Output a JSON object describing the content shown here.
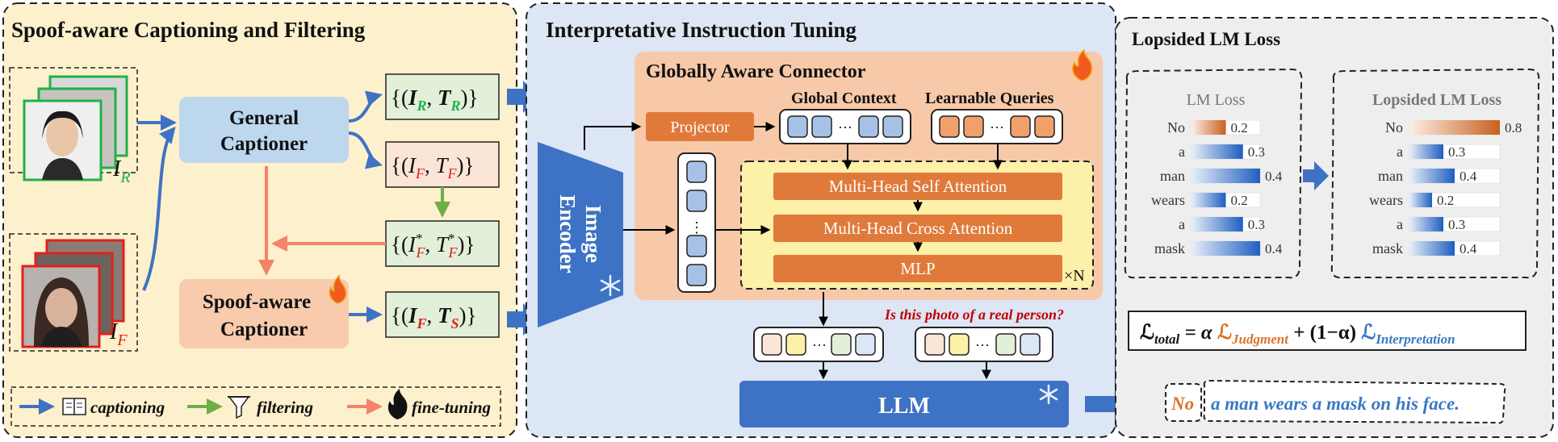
{
  "panel_left": {
    "title": "Spoof-aware Captioning and Filtering",
    "real_label": "I",
    "real_sub": "R",
    "fake_label": "I",
    "fake_sub": "F",
    "general_captioner": [
      "General",
      "Captioner"
    ],
    "spoof_captioner": [
      "Spoof-aware",
      "Captioner"
    ],
    "pairs": {
      "real": {
        "open": "{(",
        "i": "I",
        "i_sub": "R",
        "sep": ", ",
        "t": "T",
        "t_sub": "R",
        "close": ")}"
      },
      "fake": {
        "open": "{(",
        "i": "I",
        "i_sub": "F",
        "sep": ", ",
        "t": "T",
        "t_sub": "F",
        "close": ")}"
      },
      "filtered": {
        "open": "{(",
        "i": "I",
        "i_sub": "F",
        "i_sup": "*",
        "sep": ", ",
        "t": "T",
        "t_sub": "F",
        "t_sup": "*",
        "close": ")}"
      },
      "spoof": {
        "open": "{(",
        "i": "I",
        "i_sub": "F",
        "sep": ", ",
        "t": "T",
        "t_sub": "S",
        "close": ")}"
      }
    },
    "legend": {
      "captioning": "captioning",
      "filtering": "filtering",
      "fine_tuning": "fine-tuning"
    }
  },
  "panel_middle": {
    "title": "Interpretative Instruction Tuning",
    "connector_title": "Globally Aware Connector",
    "projector": "Projector",
    "global_context": "Global Context",
    "learnable_queries": "Learnable Queries",
    "dots": "···",
    "vdots": "⋮",
    "encoder": [
      "Image",
      "Encoder"
    ],
    "self_attention": "Multi-Head Self Attention",
    "cross_attention": "Multi-Head Cross Attention",
    "mlp": "MLP",
    "repeat": "×N",
    "question": "Is this photo of a real person?",
    "llm": "LLM"
  },
  "panel_right": {
    "title": "Lopsided LM Loss",
    "lm_loss": {
      "title": "LM Loss",
      "tokens": [
        "No",
        "a",
        "man",
        "wears",
        "a",
        "mask"
      ],
      "values": [
        0.2,
        0.3,
        0.4,
        0.2,
        0.3,
        0.4
      ],
      "labels": [
        "0.2",
        "0.3",
        "0.4",
        "0.2",
        "0.3",
        "0.4"
      ]
    },
    "lopsided_loss": {
      "title": "Lopsided LM Loss",
      "tokens": [
        "No",
        "a",
        "man",
        "wears",
        "a",
        "mask"
      ],
      "values": [
        0.8,
        0.3,
        0.4,
        0.2,
        0.3,
        0.4
      ],
      "labels": [
        "0.8",
        "0.3",
        "0.4",
        "0.2",
        "0.3",
        "0.4"
      ]
    },
    "formula": {
      "lhs": "ℒ",
      "lhs_sub": "total",
      "eq": " = α ",
      "judg": "ℒ",
      "judg_sub": "Judgment",
      "plus": " + (1−α) ",
      "interp": "ℒ",
      "interp_sub": "Interpretation"
    },
    "output_judgment": "No",
    "output_text": "a man wears a mask on his face."
  },
  "colors": {
    "panel_left_bg": "#fdf0cc",
    "panel_mid_bg": "#dce6f5",
    "panel_right_bg": "#eeeeee",
    "connector_bg": "#f8c9a8",
    "attention_bg": "#fdf0a8",
    "orange": "#e07a3a",
    "blue": "#3e72c4",
    "blue_light": "#bdd7ee",
    "green": "#70ad47",
    "salmon": "#f4836a",
    "red": "#e02020",
    "real_green": "#22b04a",
    "judgment": "#d9742b",
    "interpretation": "#3a78c2",
    "question": "#c00000"
  }
}
